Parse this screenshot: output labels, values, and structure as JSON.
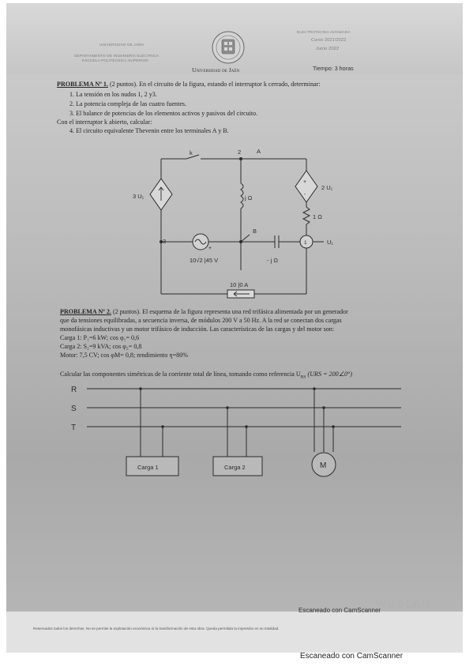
{
  "header": {
    "university_small": "UNIVERSIDAD DE JAÉN",
    "department_line1": "DEPARTAMENTO DE INGENIERÍA ELÉCTRICA",
    "department_line2": "ESCUELA POLITÉCNICA SUPERIOR",
    "university_name": "Universidad de Jaén",
    "subject": "ELECTROTECNIA AVANZADA",
    "course": "Curso 2021/2022",
    "session": "Junio 2022",
    "time": "Tiempo: 3 horas"
  },
  "problem1": {
    "title": "PROBLEMA Nº 1.",
    "points": "(2 puntos).",
    "intro": "En el circuito de la figura, estando el interruptor k cerrado, determinar:",
    "item1": "1.   La tensión en los nudos 1, 2 y3.",
    "item2": "2.   La potencia compleja de las cuatro fuentes.",
    "item3": "3.   El balance de potencias de los elementos activos y pasivos del circuito.",
    "open_text": "Con el interruptor k abierto, calcular:",
    "item4": "4.   El circuito equivalente Thevenin entre los terminales A y B."
  },
  "circuit": {
    "switch_label": "k",
    "node2": "2",
    "node_a": "A",
    "node_b": "B",
    "node3": "3",
    "node1": "1",
    "left_source": "3 U₁",
    "right_source": "2 U₁",
    "inductor": "j Ω",
    "resistor": "1 Ω",
    "voltage_source": "10√2 |45 V",
    "capacitor": "- j Ω",
    "meter_label": "U₁",
    "current_source": "10 |0 A",
    "plus_sign": "+",
    "minus_sign": "-"
  },
  "problem2": {
    "title": "PROBLEMA Nº 2.",
    "points": "(2 puntos).",
    "line1": "El esquema de la figura representa una red trifásica alimentada por un generador",
    "line2": "que da tensiones equilibradas, a secuencia inversa, de módulos 200 V a 50 Hz. A la red se conectan dos cargas",
    "line3": "monofásicas inductivas y un motor trifásico de inducción. Las características de las cargas y del motor son:",
    "load1": "Carga 1: P₁=6 kW; cos φ₁= 0,6",
    "load2": "Carga 2: S₂=9 kVA; cos φ₂= 0,8",
    "motor": "Motor: 7,5 CV; cos φM= 0,8; rendimiento η=80%",
    "question": "Calcular las componentes simétricas de la corriente total de línea, tomando como referencia U",
    "ref_sub": "RS",
    "ref_value": "(URS = 200∠0°)"
  },
  "network": {
    "phase_r": "R",
    "phase_s": "S",
    "phase_t": "T",
    "load1": "Carga 1",
    "load2": "Carga 2",
    "motor": "M"
  },
  "footer": {
    "scanned_inner": "Escaneado con CamScanner",
    "rights": "Reservados todos los derechos. No se permite la explotación económica ni la transformación de esta obra. Queda permitida la impresión en su totalidad.",
    "scanned_outer": "Escaneado con CamScanner"
  }
}
